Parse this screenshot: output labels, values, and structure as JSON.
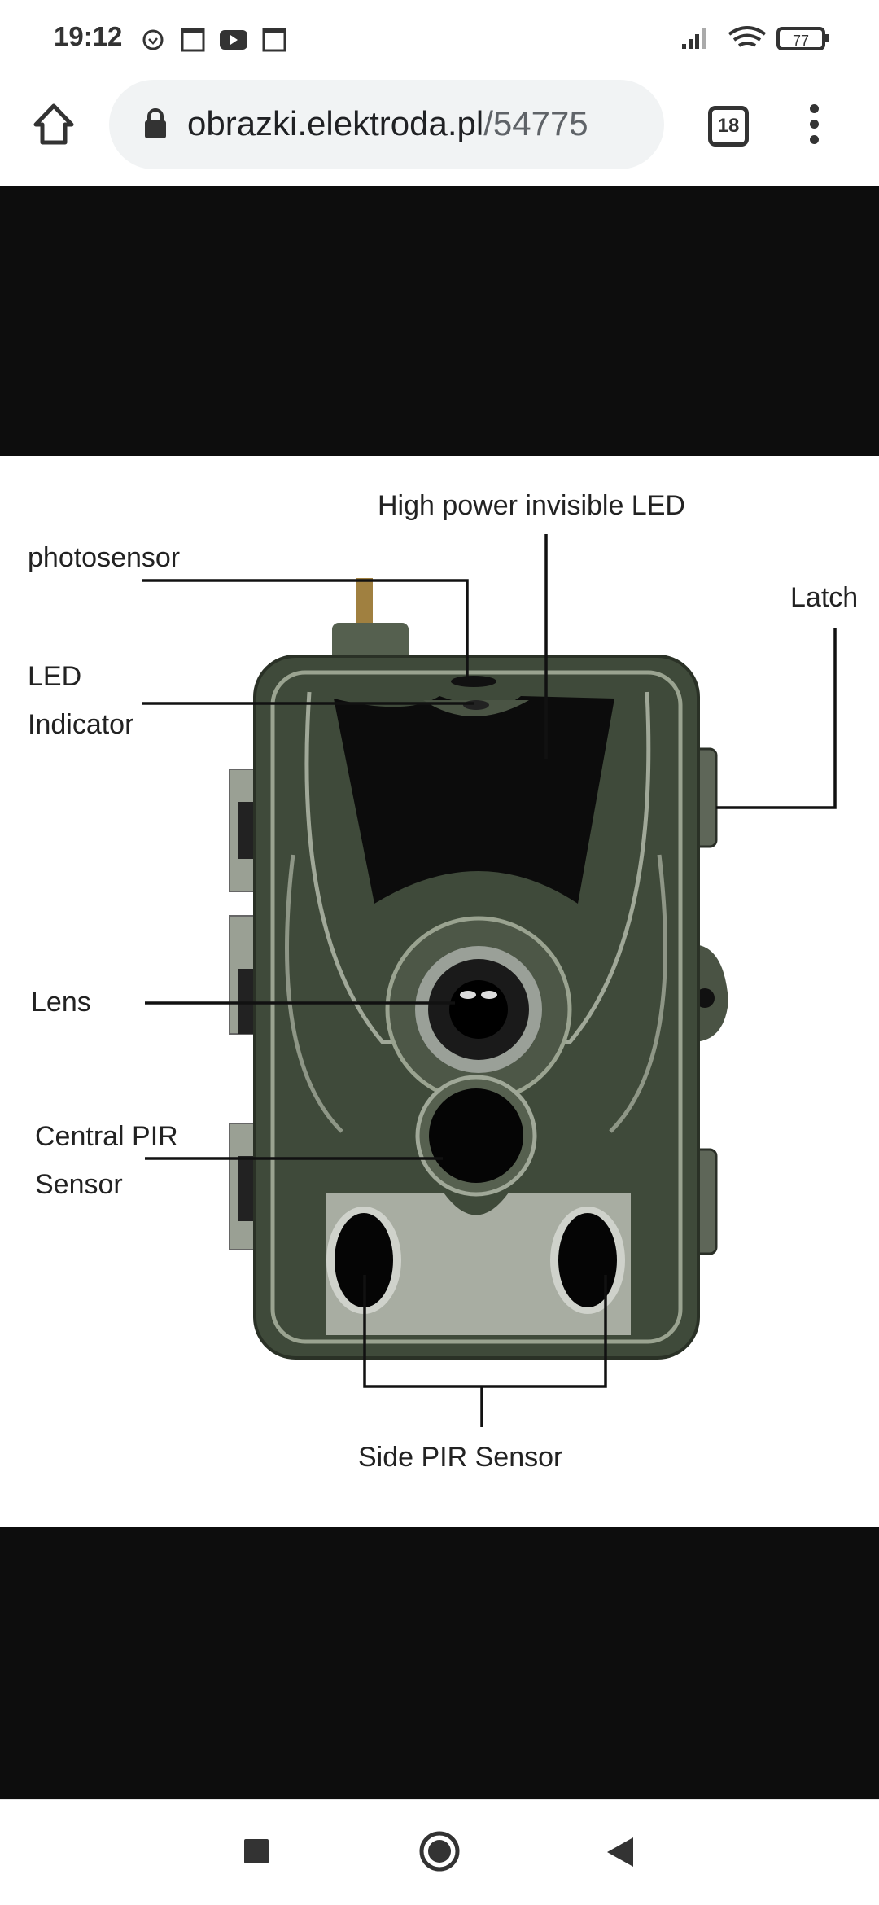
{
  "status_bar": {
    "time": "19:12",
    "battery": "77",
    "icons": [
      "alarm-icon",
      "calendar-icon",
      "youtube-icon",
      "calendar-icon",
      "signal-icon",
      "wifi-icon",
      "battery-icon"
    ]
  },
  "browser": {
    "url_host": "obrazki.elektroda.pl",
    "url_path": "/54775",
    "tab_count": "18"
  },
  "image": {
    "labels": {
      "high_power_led": "High power invisible LED",
      "photosensor": "photosensor",
      "led_line1": "LED",
      "led_line2": "Indicator",
      "latch": "Latch",
      "lens": "Lens",
      "central_line1": "Central PIR",
      "central_line2": "Sensor",
      "side_pir": "Side PIR Sensor"
    }
  },
  "colors": {
    "camo": "#3f4a3a",
    "toolbar": "#f1f3f4"
  }
}
